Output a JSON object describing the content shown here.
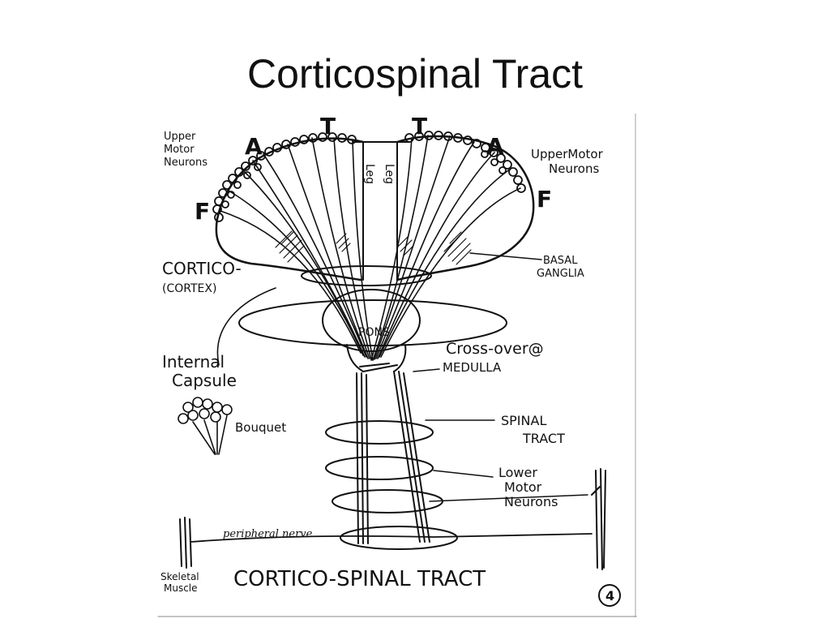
{
  "slide": {
    "title": "Corticospinal Tract"
  },
  "labels": {
    "upper_motor_left": [
      "Upper",
      "Motor",
      "Neurons"
    ],
    "upper_motor_right": [
      "UpperMotor",
      "Neurons"
    ],
    "letter_f": "F",
    "letter_a": "A",
    "letter_t": "T",
    "leg_left": "Leg",
    "leg_right": "Leg",
    "cortico": "CORTICO-",
    "cortex": "(CORTEX)",
    "basal_ganglia": [
      "BASAL",
      "GANGLIA"
    ],
    "pons": "PONS",
    "internal_capsule": [
      "Internal",
      "Capsule"
    ],
    "cross_over": "Cross-over@",
    "medulla": "MEDULLA",
    "bouquet": "Bouquet",
    "spinal_tract": [
      "SPINAL",
      "TRACT"
    ],
    "lower_motor_neurons": [
      "Lower",
      "Motor",
      "Neurons"
    ],
    "peripheral_nerve": "peripheral nerve",
    "skeletal_muscle": [
      "Skeletal",
      "Muscle"
    ],
    "bottom_caption": "CORTICO-SPINAL TRACT",
    "page_number": "4"
  }
}
